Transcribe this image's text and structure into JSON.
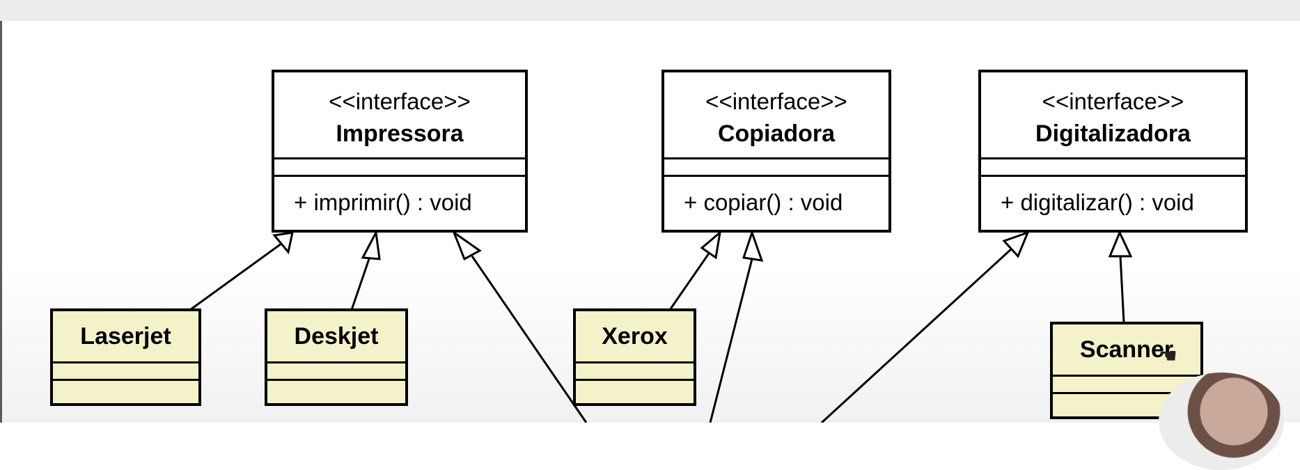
{
  "diagram": {
    "interfaces": [
      {
        "id": "impressora",
        "stereotype": "<<interface>>",
        "name": "Impressora",
        "operation": "+ imprimir() : void"
      },
      {
        "id": "copiadora",
        "stereotype": "<<interface>>",
        "name": "Copiadora",
        "operation": "+ copiar() : void"
      },
      {
        "id": "digitalizadora",
        "stereotype": "<<interface>>",
        "name": "Digitalizadora",
        "operation": "+ digitalizar() : void"
      }
    ],
    "classes": [
      {
        "id": "laserjet",
        "name": "Laserjet"
      },
      {
        "id": "deskjet",
        "name": "Deskjet"
      },
      {
        "id": "xerox",
        "name": "Xerox"
      },
      {
        "id": "scanner",
        "name": "Scanner"
      }
    ],
    "realizations": [
      {
        "from": "laserjet",
        "to": "impressora"
      },
      {
        "from": "deskjet",
        "to": "impressora"
      },
      {
        "from": "offscreen-class",
        "to": "impressora"
      },
      {
        "from": "xerox",
        "to": "copiadora"
      },
      {
        "from": "offscreen-class",
        "to": "copiadora"
      },
      {
        "from": "offscreen-class",
        "to": "digitalizadora"
      },
      {
        "from": "scanner",
        "to": "digitalizadora"
      }
    ]
  },
  "icons": {
    "cursor": "hand-pointer-icon",
    "avatar": "webcam-presenter-icon"
  }
}
